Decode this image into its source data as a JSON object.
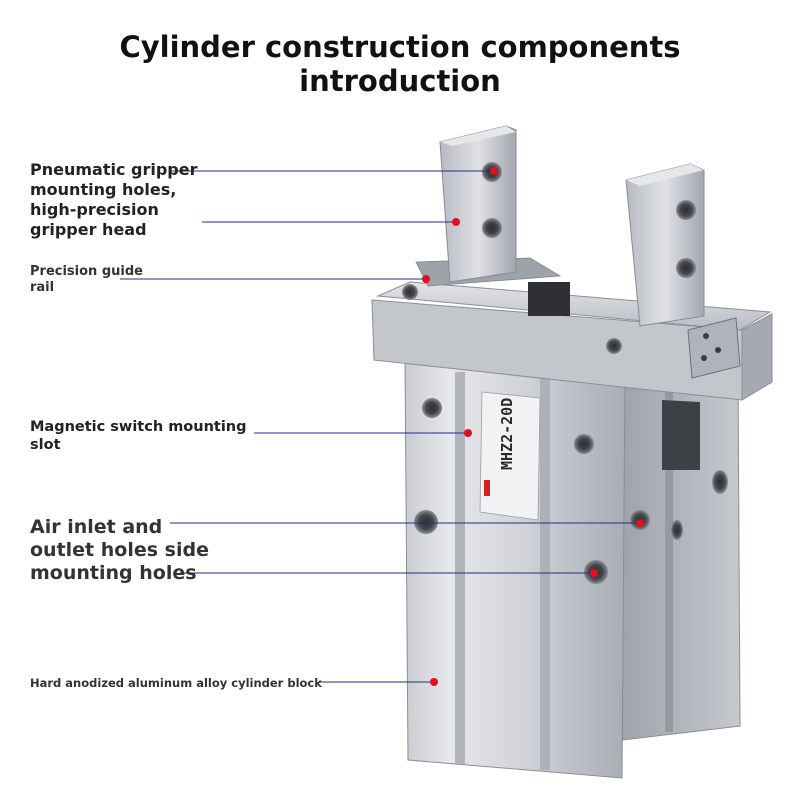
{
  "title_line1": "Cylinder construction components",
  "title_line2": "introduction",
  "labels": {
    "gripper_head": [
      "Pneumatic gripper",
      "mounting holes,",
      "high-precision",
      "gripper head"
    ],
    "guide_rail": [
      "Precision guide",
      "rail"
    ],
    "magnetic_slot": [
      "Magnetic switch mounting",
      "slot"
    ],
    "air_holes": [
      "Air inlet and",
      "outlet holes side",
      "mounting holes"
    ],
    "cylinder_block": [
      "Hard anodized aluminum alloy cylinder block"
    ]
  },
  "product_marking": {
    "model": "MHZ2-20D"
  },
  "colors": {
    "leader_line": "#2a2a8a",
    "marker_dot": "#e0101c",
    "metal_light": "#d6d9de",
    "metal_mid": "#b4b8bf",
    "metal_dark": "#6e737b"
  }
}
